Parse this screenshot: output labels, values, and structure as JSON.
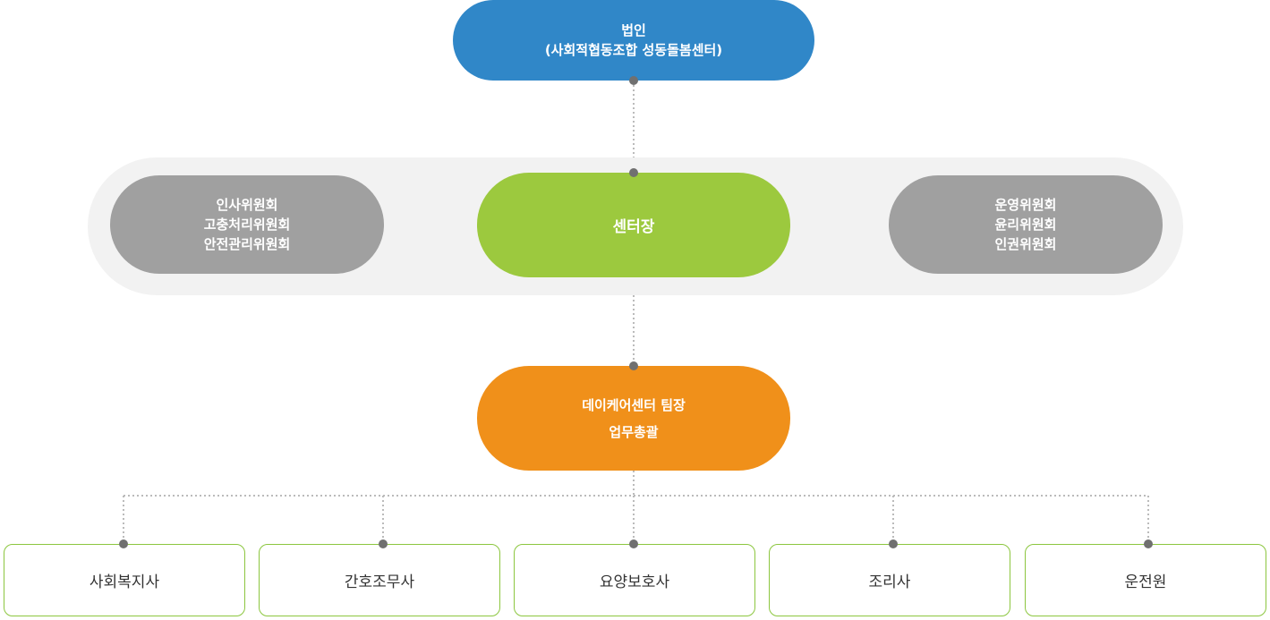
{
  "corporation": {
    "line1": "법인",
    "line2": "(사회적협동조합 성동돌봄센터)",
    "color": "#3087c8"
  },
  "director": {
    "label": "센터장",
    "color": "#9cc93e"
  },
  "left_committees": {
    "items": [
      "인사위원회",
      "고충처리위원회",
      "안전관리위원회"
    ],
    "color": "#a0a0a0"
  },
  "right_committees": {
    "items": [
      "운영위원회",
      "윤리위원회",
      "인권위원회"
    ],
    "color": "#a0a0a0"
  },
  "team_leader": {
    "line1": "데이케어센터 팀장",
    "line2": "업무총괄",
    "color": "#f0901a"
  },
  "staff": {
    "items": [
      "사회복지사",
      "간호조무사",
      "요양보호사",
      "조리사",
      "운전원"
    ],
    "border_color": "#8cc63f"
  }
}
